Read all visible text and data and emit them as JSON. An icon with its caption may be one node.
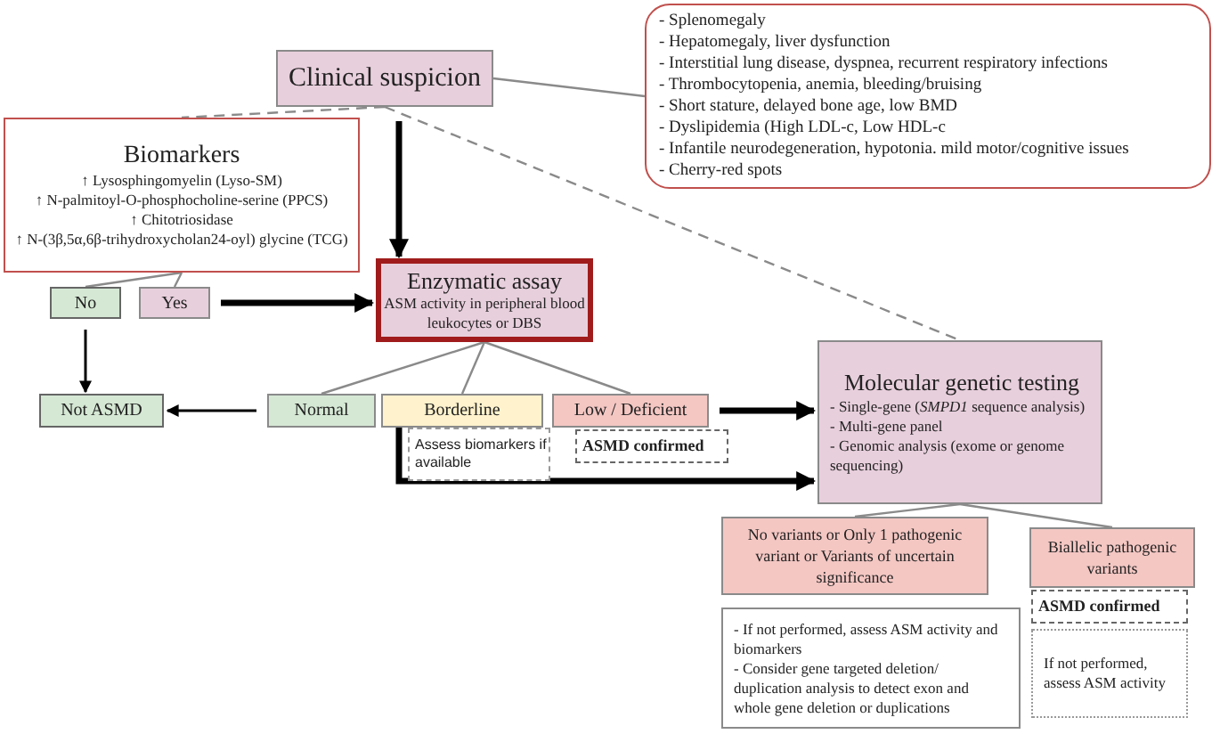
{
  "diagram": {
    "nodes": [
      {
        "text": [
          "Clinical suspicion"
        ]
      },
      {
        "text": [
          "- Splenomegaly",
          "- Hepatomegaly, liver dysfunction",
          "- Interstitial lung disease, dyspnea, recurrent respiratory infections",
          "- Thrombocytopenia, anemia, bleeding/bruising",
          "- Short stature, delayed bone age, low BMD",
          "- Dyslipidemia (High LDL-c, Low HDL-c",
          "- Infantile neurodegeneration, hypotonia. mild motor/cognitive issues",
          "- Cherry-red spots"
        ]
      },
      {
        "text": [
          "Biomarkers",
          "↑ Lysosphingomyelin (Lyso-SM)",
          "↑ N-palmitoyl-O-phosphocholine-serine (PPCS)",
          "↑ Chitotriosidase",
          "↑ N-(3β,5α,6β-trihydroxycholan24-oyl) glycine (TCG)"
        ]
      },
      {
        "text": [
          "No"
        ]
      },
      {
        "text": [
          "Yes"
        ]
      },
      {
        "text": [
          "Enzymatic assay",
          "ASM activity in peripheral blood leukocytes or DBS"
        ]
      },
      {
        "text": [
          "Not ASMD"
        ]
      },
      {
        "text": [
          "Normal"
        ]
      },
      {
        "text": [
          "Borderline"
        ]
      },
      {
        "text": [
          "Low / Deficient"
        ]
      },
      {
        "text": [
          "Assess biomarkers if available"
        ]
      },
      {
        "text": [
          "ASMD confirmed"
        ]
      },
      {
        "text": [
          "Molecular genetic testing",
          "- Single-gene (*SMPD1* sequence analysis)",
          "- Multi-gene panel",
          "- Genomic analysis (exome or genome sequencing)"
        ]
      },
      {
        "text": [
          "No variants or Only 1 pathogenic variant or Variants of uncertain significance"
        ]
      },
      {
        "text": [
          "Biallelic pathogenic variants"
        ]
      },
      {
        "text": [
          "- If not performed, assess ASM activity and biomarkers",
          "- Consider gene targeted deletion/ duplication analysis to detect exon and whole gene deletion or duplications"
        ]
      },
      {
        "text": [
          "ASMD confirmed"
        ]
      },
      {
        "text": [
          "If not performed, assess ASM activity"
        ]
      }
    ],
    "edges": [
      {
        "from": 0,
        "to": 1,
        "arrow": "none"
      },
      {
        "from": 0,
        "to": 2,
        "arrow": "none",
        "style": "dashed"
      },
      {
        "from": 0,
        "to": 12,
        "arrow": "none",
        "style": "dashed"
      },
      {
        "from": 2,
        "to": 3,
        "arrow": "none"
      },
      {
        "from": 2,
        "to": 4,
        "arrow": "none"
      },
      {
        "from": 0,
        "to": 5,
        "arrow": "to",
        "style": "thick",
        "color": "#000000"
      },
      {
        "from": 4,
        "to": 5,
        "arrow": "to",
        "style": "thick",
        "color": "#000000"
      },
      {
        "from": 3,
        "to": 6,
        "arrow": "to",
        "color": "#000000"
      },
      {
        "from": 5,
        "to": 7,
        "arrow": "none"
      },
      {
        "from": 5,
        "to": 8,
        "arrow": "none"
      },
      {
        "from": 5,
        "to": 9,
        "arrow": "none"
      },
      {
        "from": 7,
        "to": 6,
        "arrow": "to",
        "color": "#000000"
      },
      {
        "from": 9,
        "to": 12,
        "arrow": "to",
        "style": "thick",
        "color": "#000000"
      },
      {
        "from": 8,
        "to": 12,
        "arrow": "to",
        "style": "thick",
        "color": "#000000"
      },
      {
        "from": 12,
        "to": 13,
        "arrow": "none"
      },
      {
        "from": 12,
        "to": 14,
        "arrow": "none"
      }
    ]
  }
}
